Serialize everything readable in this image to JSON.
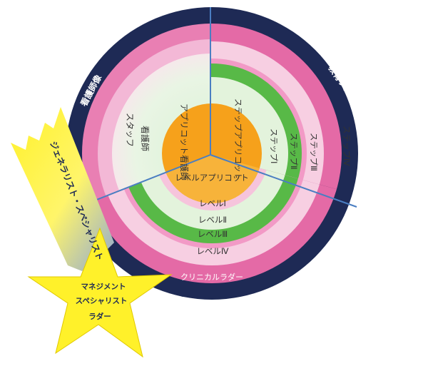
{
  "diagram": {
    "outer_ring": {
      "left_title": "看護師像",
      "right_title": "教育プログラム",
      "bottom_title": "クリニカルラダー"
    },
    "sectors": {
      "left": {
        "label_line1": "スタッフ",
        "label_line2": "看護師"
      },
      "right_steps": [
        "ステップアプリコット",
        "ステップⅠ",
        "ステップⅡ",
        "ステップⅢ",
        "ステップⅣ"
      ],
      "bottom_levels": [
        "レベルアプリコット",
        "レベルⅠ",
        "レベルⅡ",
        "レベルⅢ",
        "レベルⅣ"
      ]
    },
    "center": {
      "label": "アプリコット看護師"
    },
    "comet_tail": {
      "label": "ジェネラリスト・スペシャリスト"
    },
    "star": {
      "line1": "マネジメント",
      "line2": "スペシャリスト",
      "line3": "ラダー"
    },
    "colors": {
      "navy": "#1e2a55",
      "pink_outer": "#e46aa6",
      "pink_light": "#f6c4dc",
      "pale_green": "#dff3dc",
      "green_band": "#58b947",
      "orange_core": "#f6a11b",
      "star_yellow": "#fff12a",
      "divider_blue": "#4a7ec2"
    }
  }
}
